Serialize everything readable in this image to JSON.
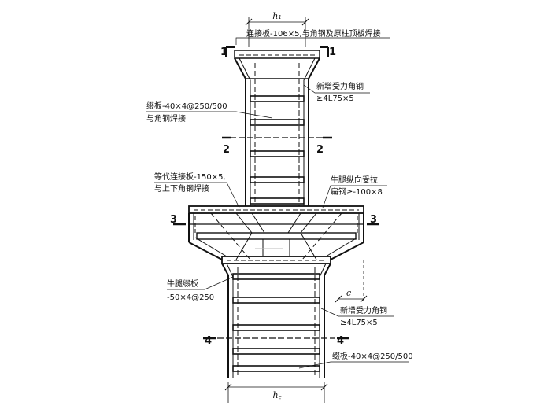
{
  "dimensions": {
    "top_width": "h₁",
    "bottom_width": "h꜀",
    "offset": "c"
  },
  "annotations": {
    "top_plate": "连接板-106×5,与角钢及原柱顶板焊接",
    "new_angle_upper_1": "新增受力角钢",
    "new_angle_upper_2": "≥4L75×5",
    "batten_upper_1": "缀板-40×4@250/500",
    "batten_upper_2": "与角钢焊接",
    "equiv_plate_1": "等代连接板-150×5,",
    "equiv_plate_2": "与上下角钢焊接",
    "corbel_tie_1": "牛腿纵向受拉",
    "corbel_tie_2": "扁钢≥-100×8",
    "corbel_batten_1": "牛腿缀板",
    "corbel_batten_2": "-50×4@250",
    "new_angle_lower_1": "新增受力角钢",
    "new_angle_lower_2": "≥4L75×5",
    "batten_lower": "缀板-40×4@250/500"
  },
  "section_marks": {
    "s1": "1",
    "s2": "2",
    "s3": "3",
    "s4": "4"
  }
}
